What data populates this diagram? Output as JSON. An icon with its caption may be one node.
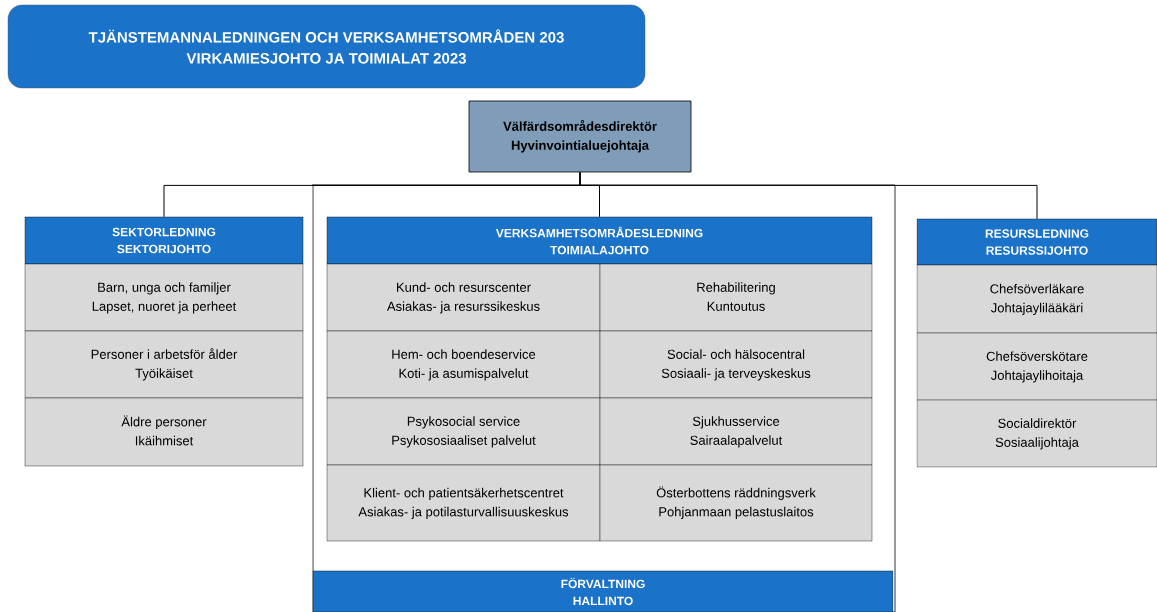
{
  "diagram": {
    "nodes": [
      {
        "text": [
          "TJÄNSTEMANNALEDNINGEN OCH VERKSAMHETSOMRÅDEN 203",
          "VIRKAMIESJOHTO JA TOIMIALAT 2023"
        ]
      },
      {
        "text": [
          "Välfärdsområdesdirektör",
          "Hyvinvointialuejohtaja"
        ]
      },
      {
        "text": [
          "SEKTORLEDNING",
          "SEKTORIJOHTO"
        ]
      },
      {
        "text": [
          "Barn, unga och familjer",
          "Lapset, nuoret ja perheet"
        ]
      },
      {
        "text": [
          "Personer i arbetsför ålder",
          "Työikäiset"
        ]
      },
      {
        "text": [
          "Äldre personer",
          "Ikäihmiset"
        ]
      },
      {
        "text": [],
        "shape": "box"
      },
      {
        "text": [
          "VERKSAMHETSOMRÅDESLEDNING",
          "TOIMIALAJOHTO"
        ],
        "in": 6
      },
      {
        "text": [
          "Kund- och resurscenter",
          "Asiakas- ja resurssikeskus"
        ],
        "in": 6
      },
      {
        "text": [
          "Rehabilitering",
          "Kuntoutus"
        ],
        "in": 6
      },
      {
        "text": [
          "Hem- och boendeservice",
          "Koti- ja asumispalvelut"
        ],
        "in": 6
      },
      {
        "text": [
          "Social- och hälsocentral",
          "Sosiaali- ja terveyskeskus"
        ],
        "in": 6
      },
      {
        "text": [
          "Psykosocial service",
          "Psykososiaaliset palvelut"
        ],
        "in": 6
      },
      {
        "text": [
          "Sjukhusservice",
          "Sairaalapalvelut"
        ],
        "in": 6
      },
      {
        "text": [
          "Klient- och patientsäkerhetscentret",
          "Asiakas- ja potilasturvallisuuskeskus"
        ],
        "in": 6
      },
      {
        "text": [
          "Österbottens räddningsverk",
          "Pohjanmaan pelastuslaitos"
        ],
        "in": 6
      },
      {
        "text": [
          "FÖRVALTNING",
          "HALLINTO"
        ],
        "in": 6
      },
      {
        "text": [
          "RESURSLEDNING",
          "RESURSSIJOHTO"
        ]
      },
      {
        "text": [
          "Chefsöverläkare",
          "Johtajaylilääkäri"
        ]
      },
      {
        "text": [
          "Chefsöverskötare",
          "Johtajaylihoitaja"
        ]
      },
      {
        "text": [
          "Socialdirektör",
          "Sosiaalijohtaja"
        ]
      }
    ],
    "edges": [
      {
        "from": 1,
        "to": 2,
        "arrow": "none"
      },
      {
        "from": 1,
        "to": 6,
        "arrow": "none"
      },
      {
        "from": 1,
        "to": 7,
        "arrow": "none"
      },
      {
        "from": 1,
        "to": 17,
        "arrow": "none"
      }
    ]
  }
}
